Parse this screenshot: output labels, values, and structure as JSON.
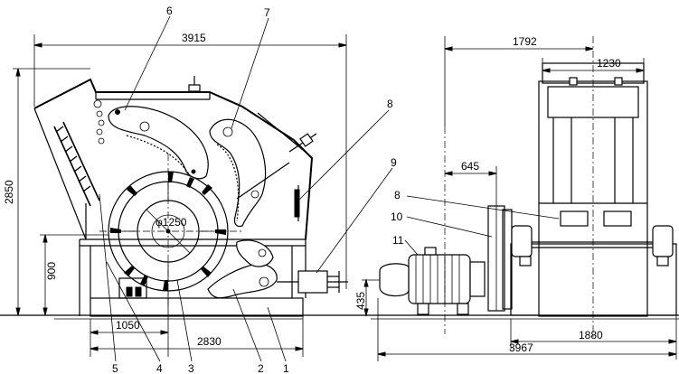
{
  "dimensions": {
    "total_width_front": "3915",
    "total_height": "2850",
    "rotor_diameter": "φ1250",
    "rotor_center_height": "900",
    "rotor_offset": "1050",
    "base_length": "2830",
    "side_width_total": "1792",
    "side_frame_width": "1230",
    "shaft_offset": "645",
    "motor_shaft_height": "435",
    "side_base_length": "3967",
    "side_frame_span": "1880"
  },
  "callouts": {
    "c1": "1",
    "c2": "2",
    "c3": "3",
    "c4": "4",
    "c5": "5",
    "c6": "6",
    "c7": "7",
    "c8": "8",
    "c8b": "8",
    "c9": "9",
    "c10": "10",
    "c11": "11"
  }
}
